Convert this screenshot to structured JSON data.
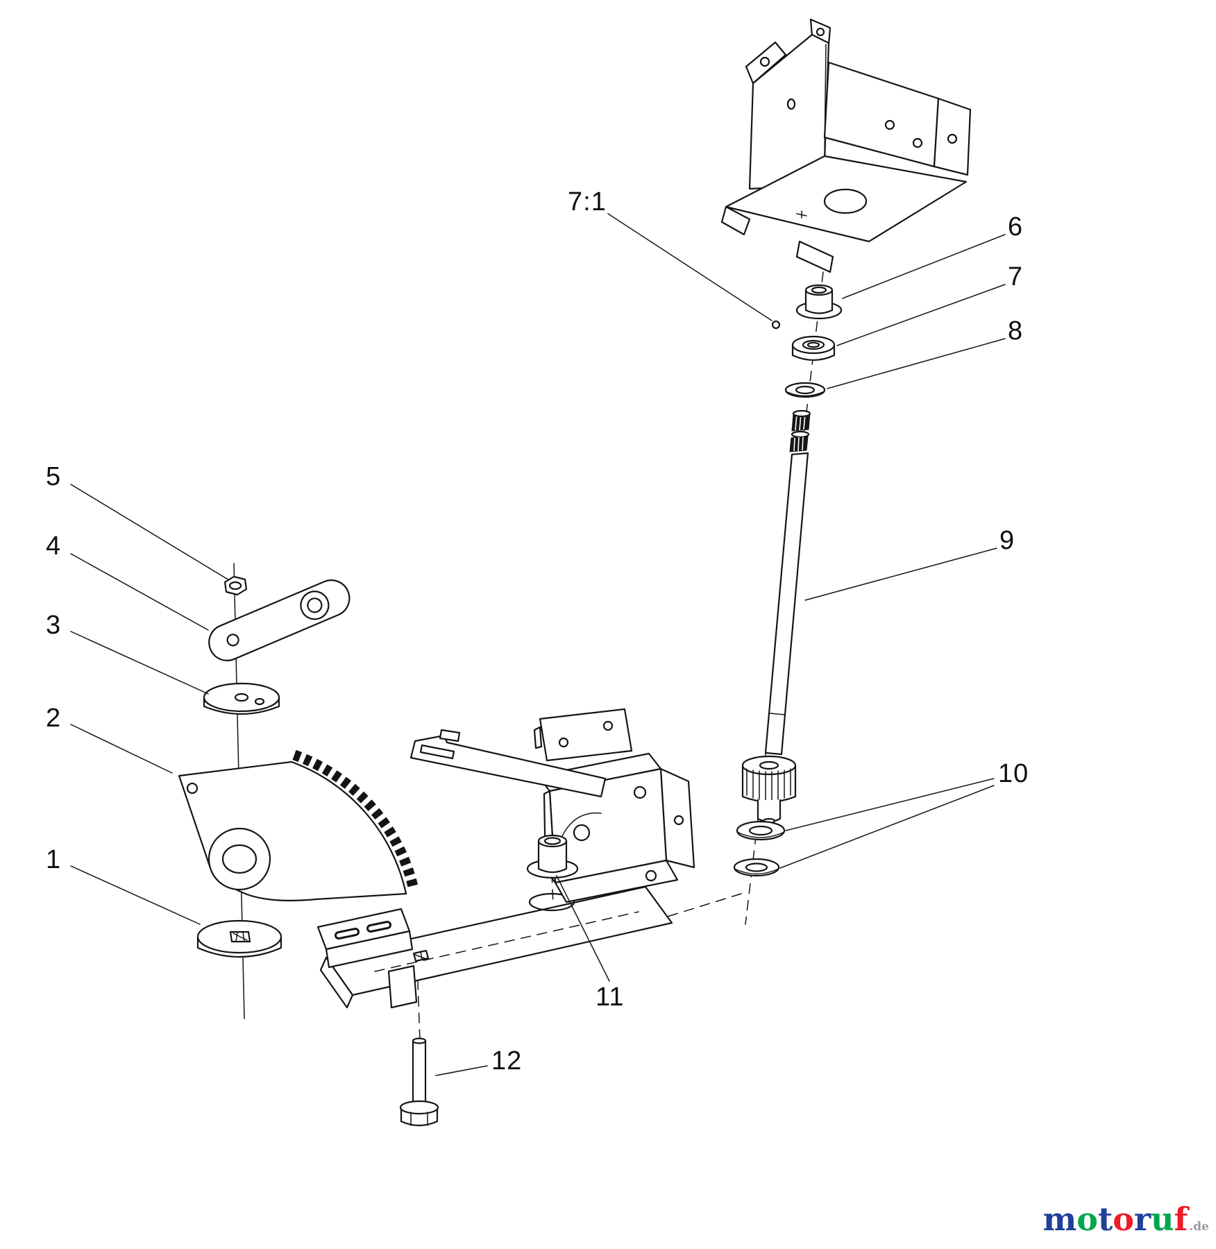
{
  "callouts": {
    "c1": "1",
    "c2": "2",
    "c3": "3",
    "c4": "4",
    "c5": "5",
    "c6": "6",
    "c7": "7",
    "c7_1": "7:1",
    "c8": "8",
    "c9": "9",
    "c10": "10",
    "c11": "11",
    "c12": "12"
  },
  "logo": {
    "letters": [
      {
        "ch": "m",
        "color": "#21409a"
      },
      {
        "ch": "o",
        "color": "#00a64f"
      },
      {
        "ch": "t",
        "color": "#21409a"
      },
      {
        "ch": "o",
        "color": "#ee1c25"
      },
      {
        "ch": "r",
        "color": "#21409a"
      },
      {
        "ch": "u",
        "color": "#00a64f"
      },
      {
        "ch": "f",
        "color": "#ee1c25"
      }
    ],
    "suffix": ".de",
    "suffix_color": "#999999"
  }
}
